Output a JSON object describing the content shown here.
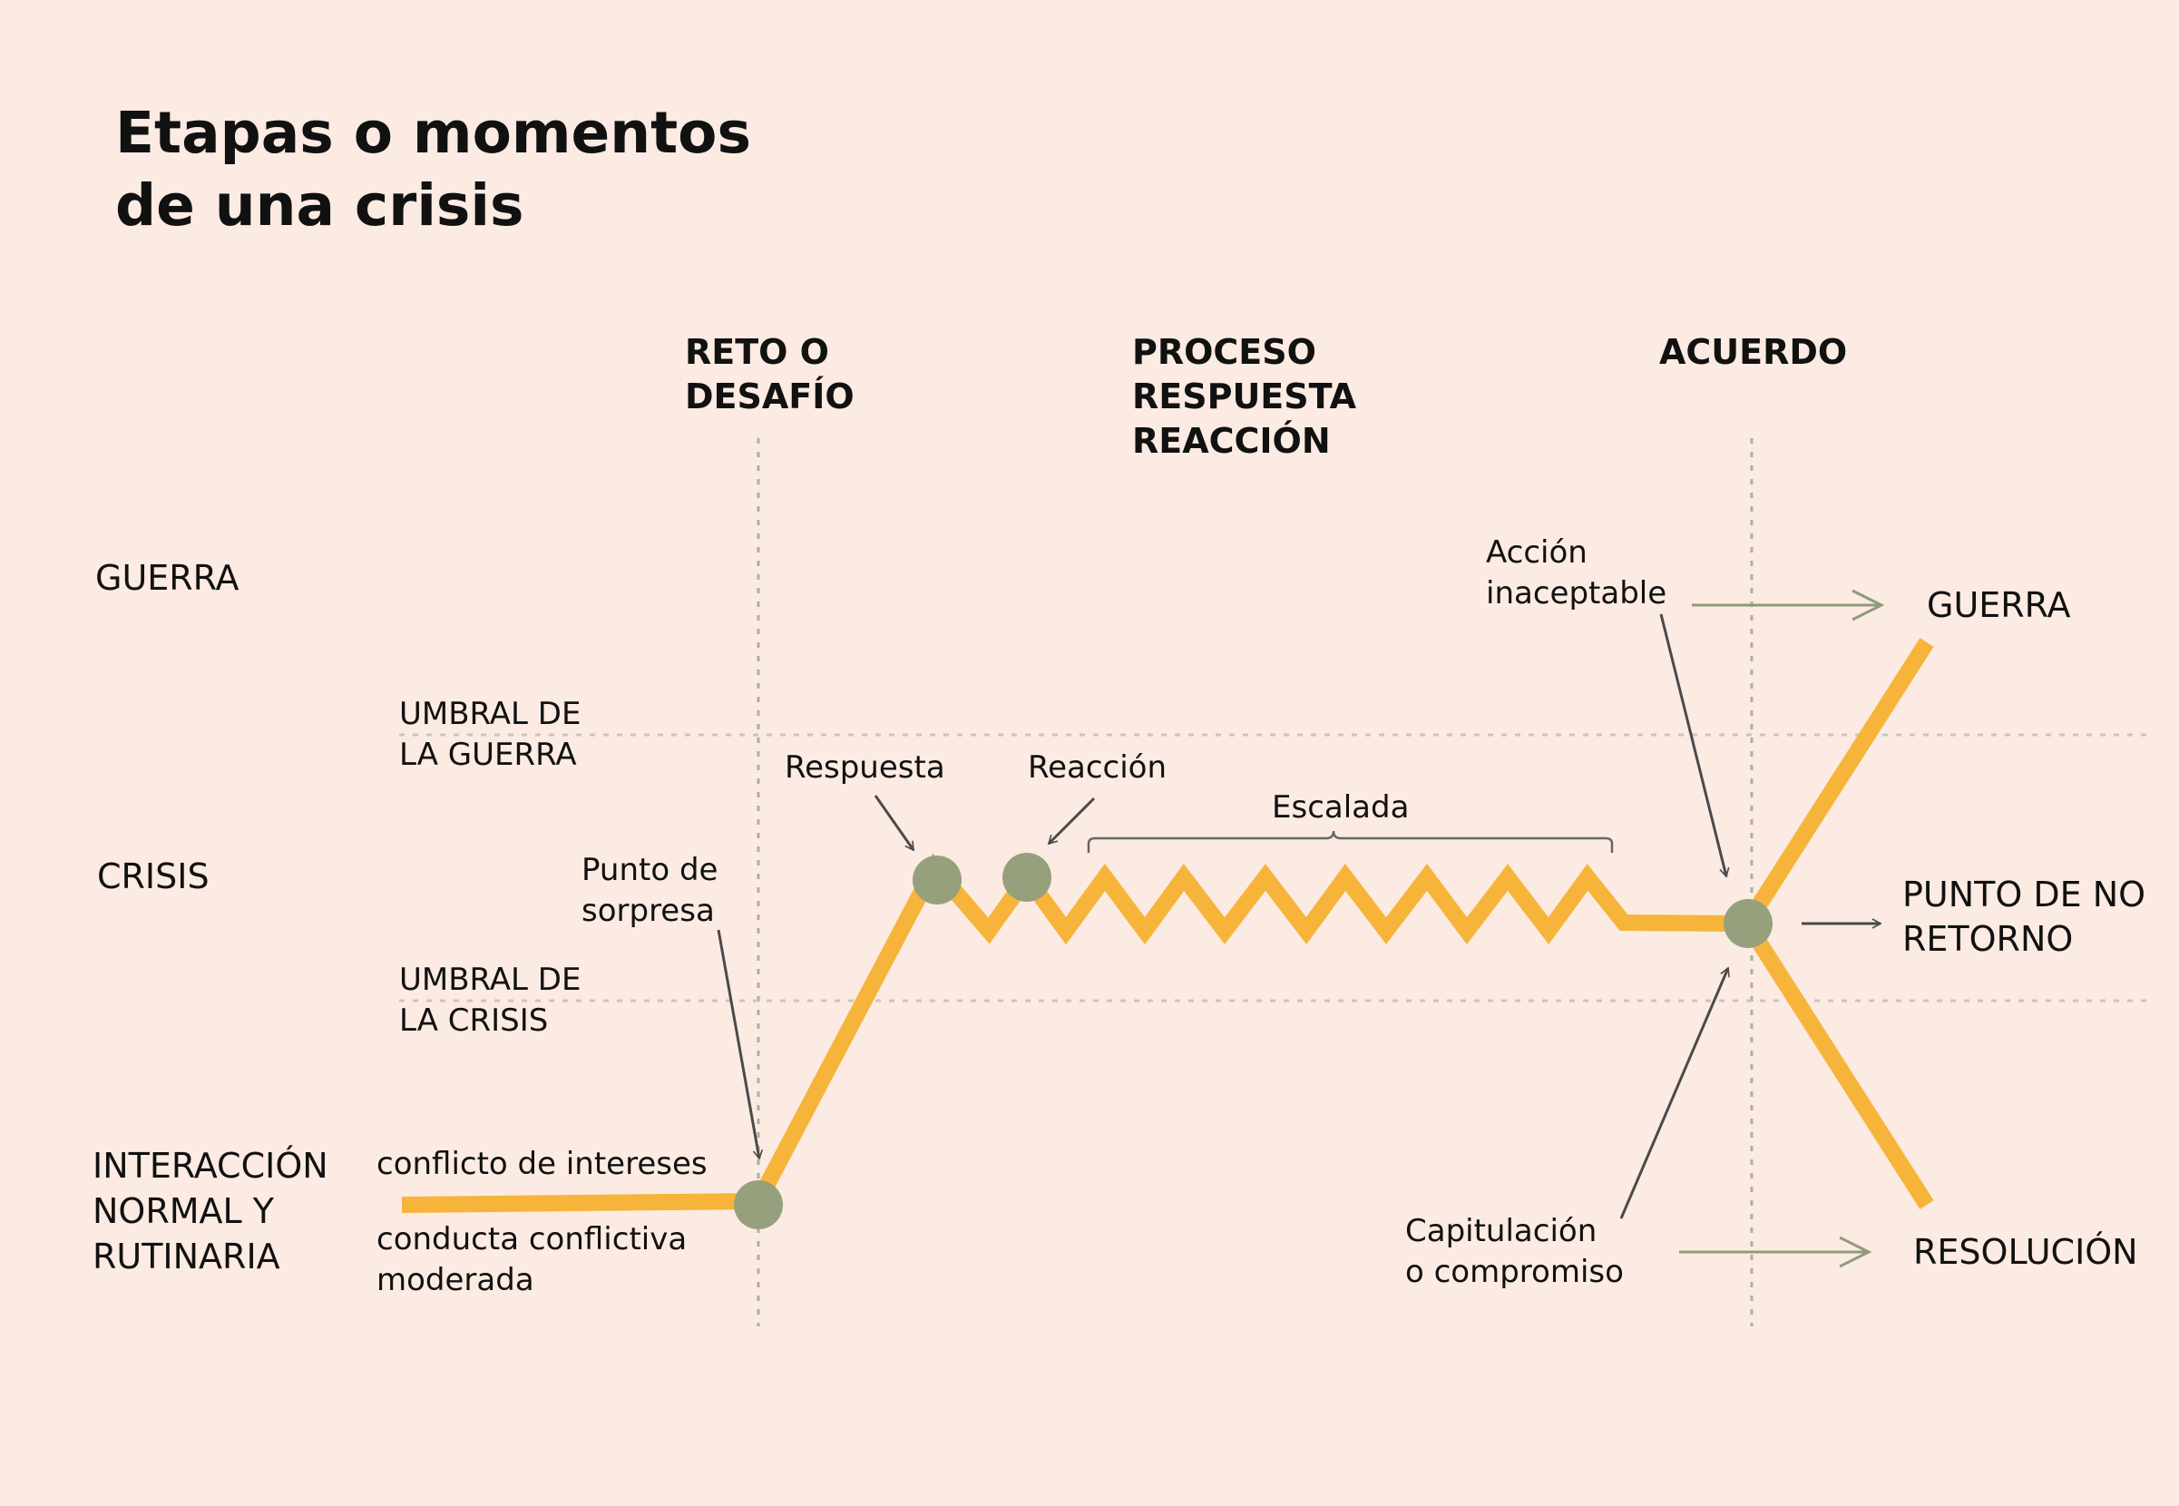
{
  "title": {
    "line1": "Etapas o momentos",
    "line2": "de una crisis"
  },
  "phases": {
    "challenge": [
      "RETO O",
      "DESAFÍO"
    ],
    "process": [
      "PROCESO",
      "RESPUESTA",
      "REACCIÓN"
    ],
    "agreement": [
      "ACUERDO"
    ]
  },
  "levels": {
    "war": "GUERRA",
    "crisis": "CRISIS",
    "normal": [
      "INTERACCIÓN",
      "NORMAL Y",
      "RUTINARIA"
    ]
  },
  "thresholds": {
    "war": [
      "UMBRAL DE",
      "LA GUERRA"
    ],
    "crisis": [
      "UMBRAL DE",
      "LA CRISIS"
    ]
  },
  "annotations": {
    "conflict": "conflicto de intereses",
    "moderate": [
      "conducta conflictiva",
      "moderada"
    ],
    "surprise": [
      "Punto de",
      "sorpresa"
    ],
    "response": "Respuesta",
    "reaction": "Reacción",
    "escalation": "Escalada",
    "unacceptable": [
      "Acción",
      "inaceptable"
    ],
    "capitulation": [
      "Capitulación",
      "o compromiso"
    ]
  },
  "outcomes": {
    "war": "GUERRA",
    "no_return": [
      "PUNTO DE NO",
      "RETORNO"
    ],
    "resolution": "RESOLUCIÓN"
  },
  "colors": {
    "background": "#fcebe2",
    "path": "#f7b43a",
    "node": "#97a07d",
    "guide": "#a9b39a",
    "green_arrow": "#8d9c7a",
    "dark_arrow": "#4a4a4a"
  }
}
